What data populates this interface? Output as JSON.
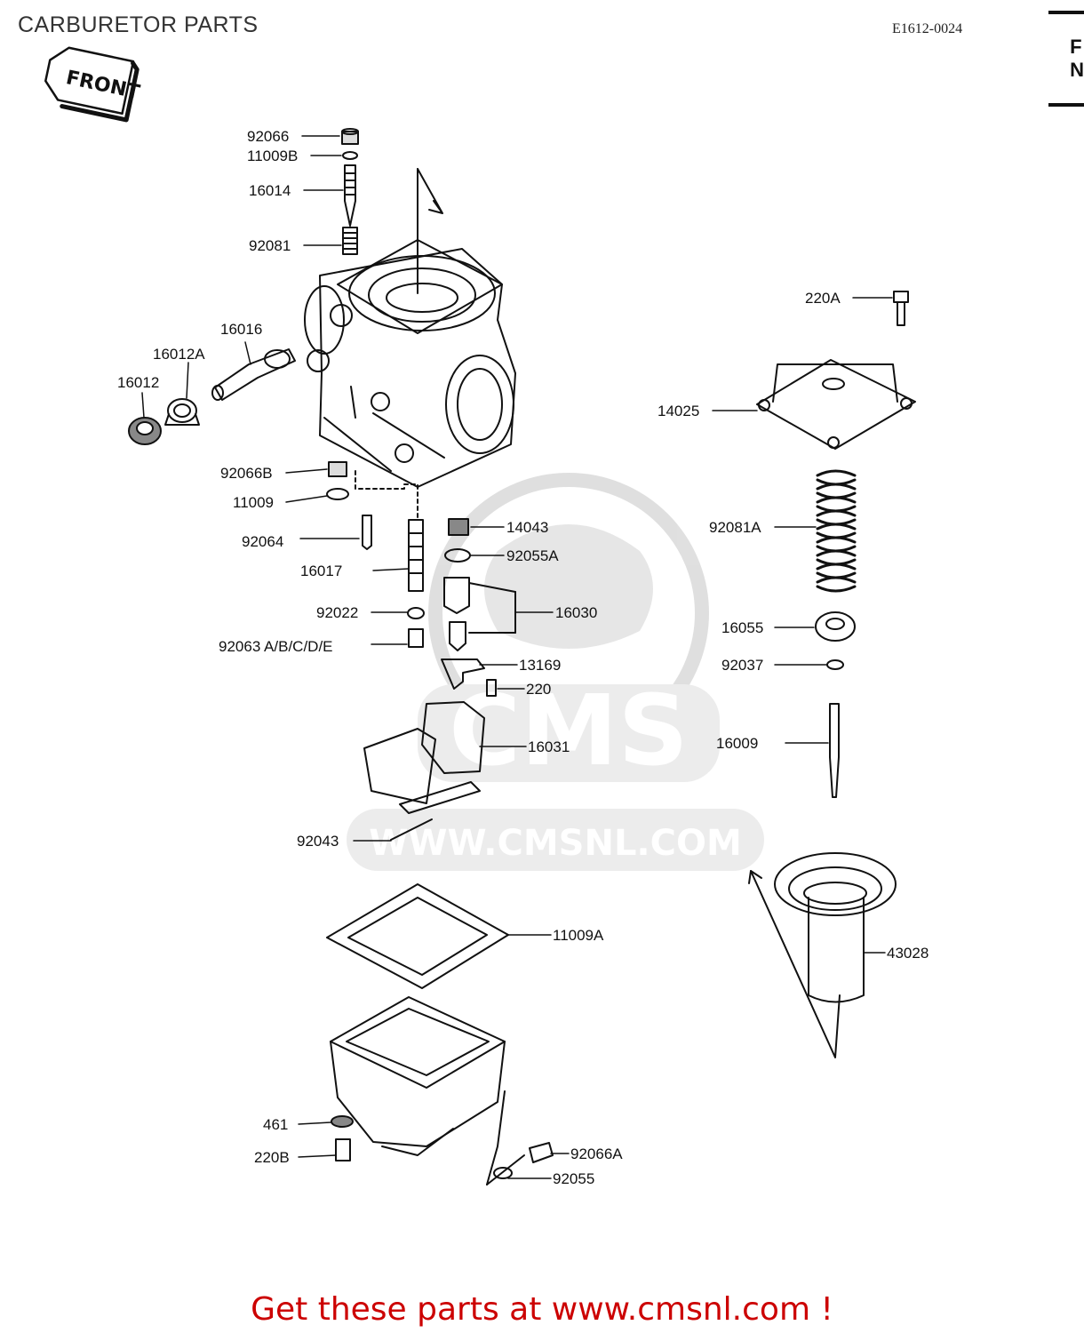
{
  "header": {
    "title": "CARBURETOR PARTS",
    "diagram_code": "E1612-0024",
    "edge_letters": [
      "F",
      "N"
    ]
  },
  "front_tag": "FRONT",
  "watermark": {
    "brand": "CMS",
    "url": "WWW.CMSNL.COM"
  },
  "parts": [
    "92066",
    "11009B",
    "16014",
    "92081",
    "16016",
    "16012A",
    "16012",
    "92066B",
    "11009",
    "92064",
    "16017",
    "92022",
    "92063 A/B/C/D/E",
    "14043",
    "92055A",
    "16030",
    "13169",
    "220",
    "16031",
    "92043",
    "11009A",
    "461",
    "220B",
    "92066A",
    "92055",
    "220A",
    "14025",
    "92081A",
    "16055",
    "92037",
    "16009",
    "43028"
  ],
  "footer": {
    "text": "Get these parts at www.cmsnl.com !",
    "color": "#cc0000"
  }
}
